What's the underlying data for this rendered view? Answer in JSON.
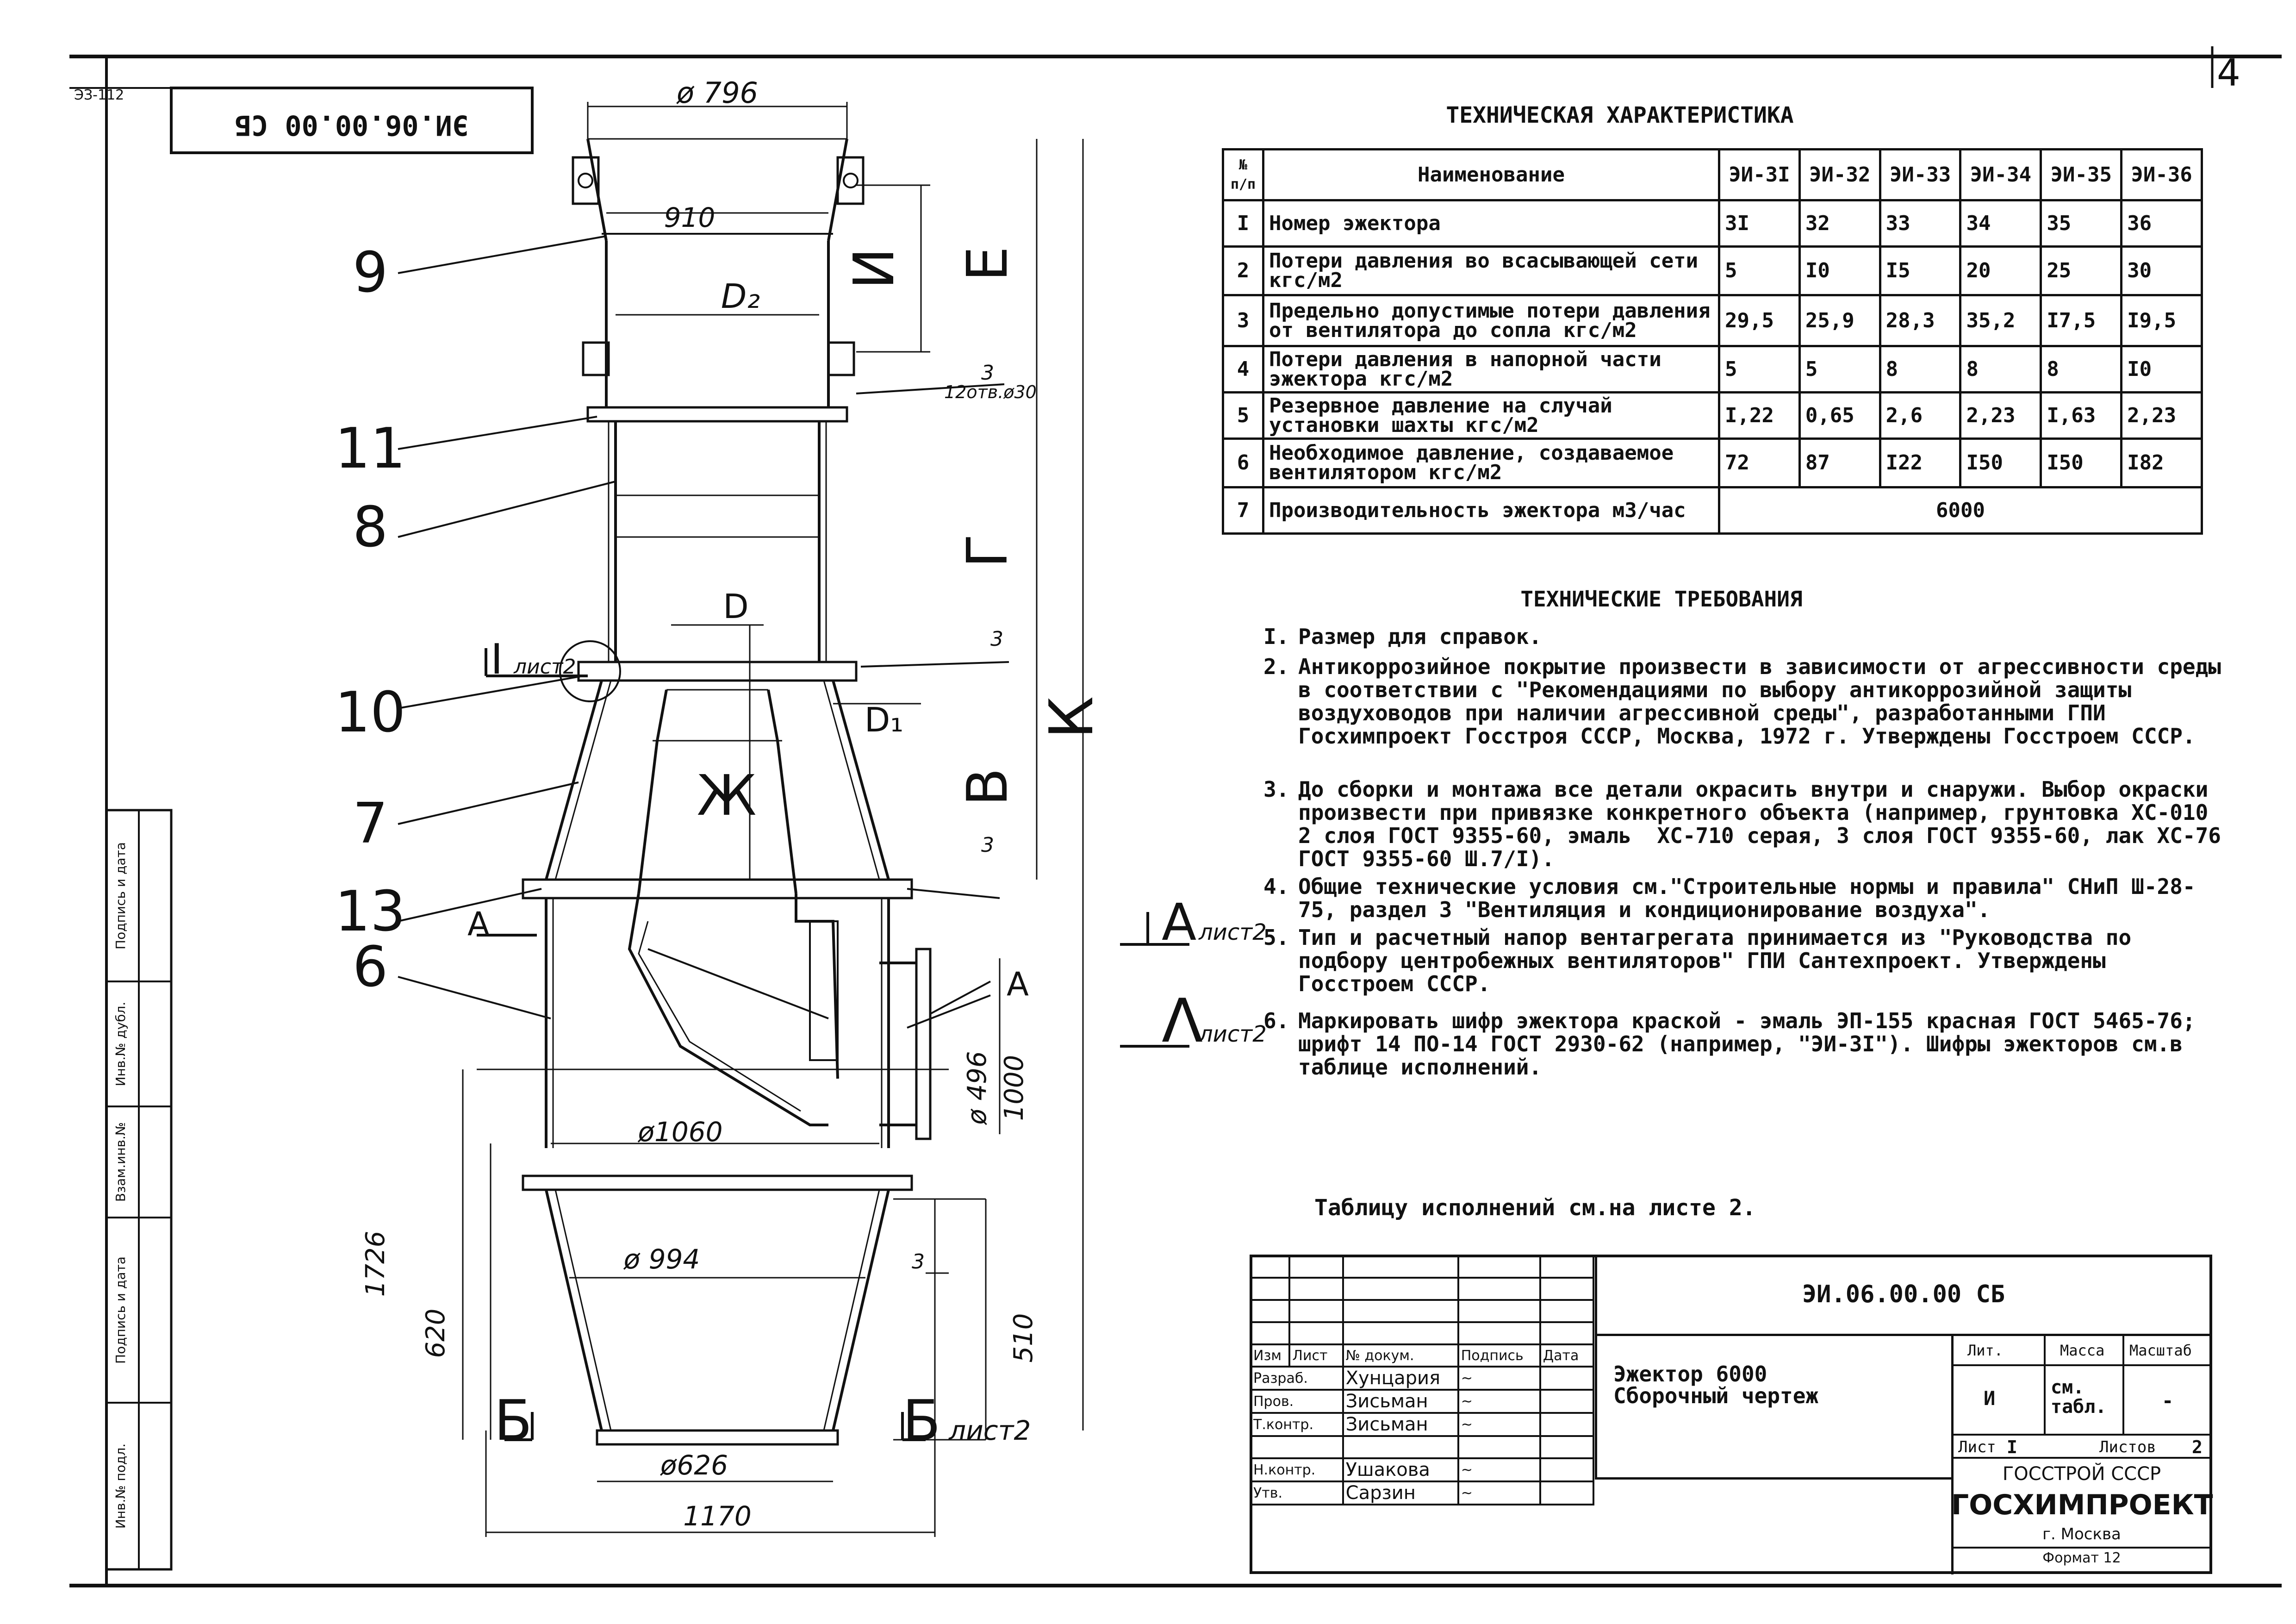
{
  "sheet_number": "4",
  "corner_code": "ЭЗ-112",
  "rotated_stamp": "ЭИ.06.00.00 СБ",
  "drawing": {
    "dims": {
      "d796": "ø 796",
      "d910": "910",
      "D2": "D₂",
      "D": "D",
      "D1": "D₁",
      "holes": "12отв.ø30",
      "d496": "ø 496",
      "d1000": "1000",
      "d1060": "ø1060",
      "d994": "ø 994",
      "d1726": "1726",
      "d620": "620",
      "d510": "510",
      "d626": "ø626",
      "d1170": "1170",
      "z3a": "3",
      "z3b": "3",
      "z3c": "3",
      "z3d": "3"
    },
    "letters": {
      "E": "Е",
      "I": "И",
      "G": "Г",
      "B": "В",
      "K": "К",
      "Zh": "Ж"
    },
    "callouts": [
      "9",
      "11",
      "8",
      "10",
      "7",
      "13",
      "6"
    ],
    "section_marks": {
      "I_list2": "I",
      "list2_a": "лист2",
      "A_left": "A",
      "A_arrow": "A",
      "B_left": "Б",
      "B_right": "Б",
      "list2_b": "лист2"
    }
  },
  "side_marks": {
    "A_list2": "A",
    "A_list2_sub": "лист2",
    "Lambda_list2": "Λ",
    "Lambda_list2_sub": "лист2"
  },
  "spec_table": {
    "title": "ТЕХНИЧЕСКАЯ ХАРАКТЕРИСТИКА",
    "header": {
      "no": "№ п/п",
      "name": "Наименование",
      "cols": [
        "ЭИ-3I",
        "ЭИ-32",
        "ЭИ-33",
        "ЭИ-34",
        "ЭИ-35",
        "ЭИ-36"
      ]
    },
    "rows": [
      {
        "n": "I",
        "name": "Номер эжектора",
        "vals": [
          "3I",
          "32",
          "33",
          "34",
          "35",
          "36"
        ]
      },
      {
        "n": "2",
        "name": "Потери давления во всасывающей сети  кгс/м2",
        "vals": [
          "5",
          "I0",
          "I5",
          "20",
          "25",
          "30"
        ]
      },
      {
        "n": "3",
        "name": "Предельно допустимые потери давления от вентилятора до сопла кгс/м2",
        "vals": [
          "29,5",
          "25,9",
          "28,3",
          "35,2",
          "I7,5",
          "I9,5"
        ]
      },
      {
        "n": "4",
        "name": "Потери давления в напорной части эжектора  кгс/м2",
        "vals": [
          "5",
          "5",
          "8",
          "8",
          "8",
          "I0"
        ]
      },
      {
        "n": "5",
        "name": "Резервное давление на случай установки шахты  кгс/м2",
        "vals": [
          "I,22",
          "0,65",
          "2,6",
          "2,23",
          "I,63",
          "2,23"
        ]
      },
      {
        "n": "6",
        "name": "Необходимое давление, создаваемое вентилятором  кгс/м2",
        "vals": [
          "72",
          "87",
          "I22",
          "I50",
          "I50",
          "I82"
        ]
      },
      {
        "n": "7",
        "name": "Производительность эжектора  м3/час",
        "merged": "6000"
      }
    ]
  },
  "requirements": {
    "title": "ТЕХНИЧЕСКИЕ ТРЕБОВАНИЯ",
    "items": [
      {
        "n": "I.",
        "text": "Размер для справок."
      },
      {
        "n": "2.",
        "text": "Антикоррозийное покрытие произвести в зависимости от агрессивности среды в соответствии с \"Рекомендациями по выбору антикоррозийной защиты воздуховодов при наличии агрессивной среды\", разработанными ГПИ Госхимпроект Госстроя СССР, Москва, 1972 г. Утверждены Госстроем СССР."
      },
      {
        "n": "3.",
        "text": "До сборки и монтажа все детали окрасить внутри и снаружи. Выбор окраски произвести при привязке конкретного объекта (например, грунтовка ХС-010 2 слоя ГОСТ 9355-60, эмаль  ХС-710 серая, 3 слоя ГОСТ 9355-60, лак ХС-76 ГОСТ 9355-60 Ш.7/I)."
      },
      {
        "n": "4.",
        "text": "Общие технические условия см.\"Строительные нормы и правила\" СНиП Ш-28-75, раздел 3 \"Вентиляция и кондиционирование воздуха\"."
      },
      {
        "n": "5.",
        "text": "Тип и расчетный напор вентагрегата принимается из \"Руководства по подбору центробежных вентиляторов\" ГПИ Сантехпроект. Утверждены Госстроем СССР."
      },
      {
        "n": "6.",
        "text": "Маркировать шифр эжектора краской - эмаль ЭП-155 красная ГОСТ 5465-76; шрифт 14 ПО-14 ГОСТ 2930-62 (например, \"ЭИ-3I\"). Шифры эжекторов см.в таблице исполнений."
      }
    ],
    "note": "Таблицу исполнений см.на листе 2."
  },
  "left_strip": [
    "Подпись и дата",
    "Инв.№ дубл.",
    "Взам.инв.№",
    "Подпись и дата",
    "Инв.№ подл."
  ],
  "title_block": {
    "designation": "ЭИ.06.00.00 СБ",
    "name_line1": "Эжектор 6000",
    "name_line2": "Сборочный чертеж",
    "hdr": [
      "Изм",
      "Лист",
      "№ докум.",
      "Подпись",
      "Дата"
    ],
    "people": [
      {
        "role": "Разраб.",
        "name": "Хунцария"
      },
      {
        "role": "Пров.",
        "name": "Зисьман"
      },
      {
        "role": "Т.контр.",
        "name": "Зисьман"
      },
      {
        "role": "",
        "name": ""
      },
      {
        "role": "Н.контр.",
        "name": "Ушакова"
      },
      {
        "role": "Утв.",
        "name": "Сарзин"
      }
    ],
    "lit_label": "Лит.",
    "mass_label": "Масса",
    "scale_label": "Масштаб",
    "lit_value": "И",
    "mass_value": "см. табл.",
    "scale_value": "-",
    "sheet_label": "Лист",
    "sheet_value": "I",
    "sheets_label": "Листов",
    "sheets_value": "2",
    "org1": "ГОССТРОЙ СССР",
    "org2": "ГОСХИМПРОЕКТ",
    "org3": "г. Москва",
    "format": "Формат 12"
  }
}
